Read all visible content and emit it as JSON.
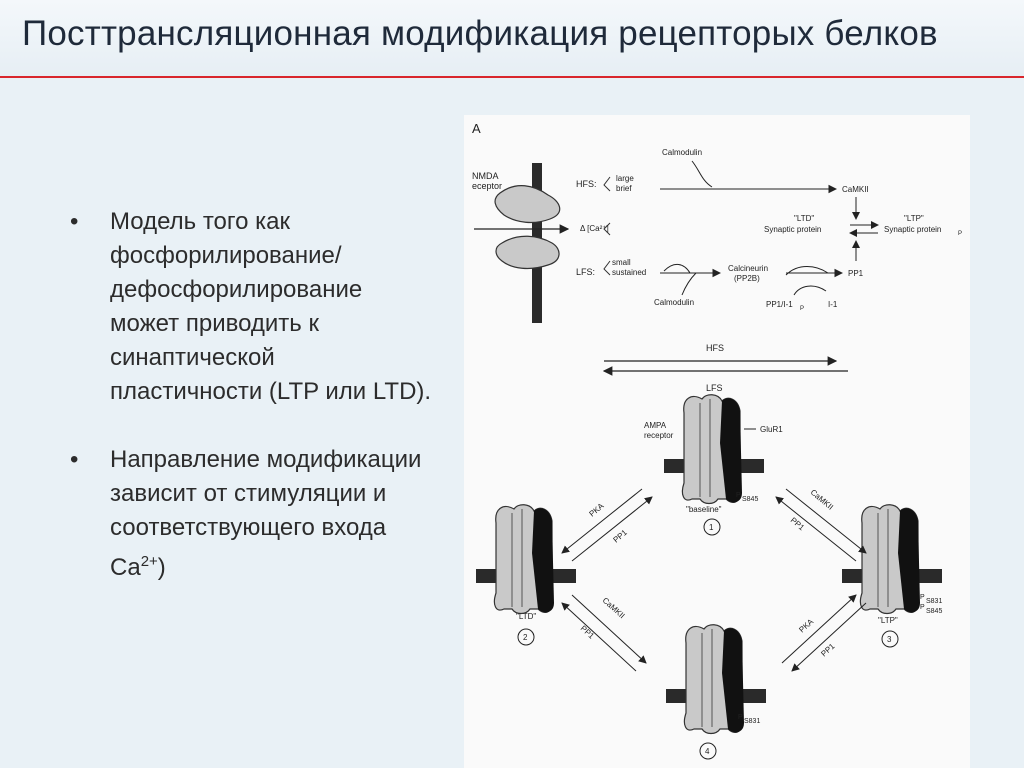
{
  "slide": {
    "title": "Посттрансляционная модификация рецепторых белков"
  },
  "bullets": [
    {
      "marker": "•",
      "text": "Модель того как фосфорилирование/ дефосфорилирование может приводить к синаптической пластичности (LTP или LTD).",
      "superscript": "",
      "tail": ""
    },
    {
      "marker": "•",
      "text": "Направление модификации зависит от стимуляции и соответствующего входа Ca",
      "superscript": "2+",
      "tail": ")"
    }
  ],
  "figure": {
    "panel_letter": "A",
    "top": {
      "nmda_label_1": "NMDA",
      "nmda_label_2": "eceptor",
      "hfs": "HFS:",
      "lfs": "LFS:",
      "large_brief_1": "large",
      "large_brief_2": "brief",
      "small_sustained_1": "small",
      "small_sustained_2": "sustained",
      "calcium": "Δ [Ca²⁺]",
      "calmodulin_top": "Calmodulin",
      "calmodulin_bottom": "Calmodulin",
      "camkii": "CaMKII",
      "ltd_1": "\"LTD\"",
      "ltd_2": "Synaptic protein",
      "ltp_1": "\"LTP\"",
      "ltp_2": "Synaptic protein",
      "ltp_sub": "P",
      "calcineurin_1": "Calcineurin",
      "calcineurin_2": "(PP2B)",
      "pp1_top": "PP1",
      "pp1_i1": "PP1/I-1",
      "pp1_i1_sub": "P",
      "i1": "I-1"
    },
    "bottom": {
      "hfs": "HFS",
      "lfs": "LFS",
      "ampa_1": "AMPA",
      "ampa_2": "receptor",
      "glur1": "GluR1",
      "baseline": "\"baseline\"",
      "ltd": "\"LTD\"",
      "ltp": "\"LTP\"",
      "pka": "PKA",
      "pp1": "PP1",
      "camkii": "CaMKII",
      "p": "P",
      "s845": "S845",
      "s831": "S831",
      "num_1": "1",
      "num_2": "2",
      "num_3": "3",
      "num_4": "4"
    }
  }
}
